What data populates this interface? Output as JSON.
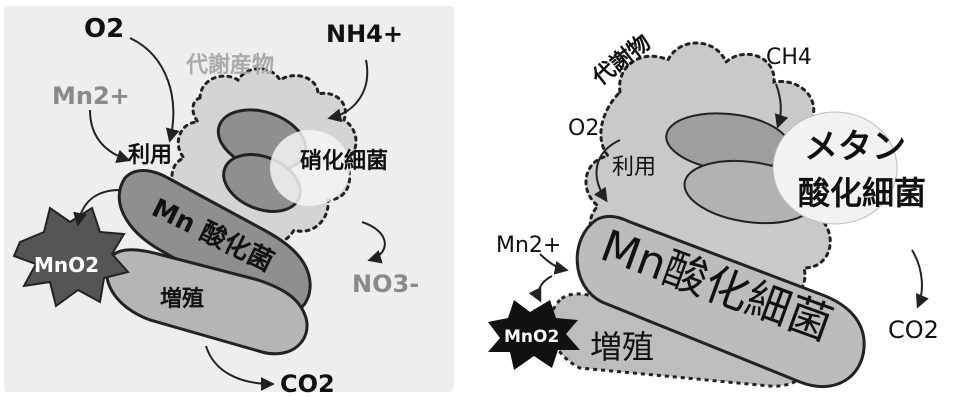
{
  "left": {
    "o2": "O2",
    "mn2": "Mn2+",
    "metabolite": "代謝産物",
    "nh4": "NH4+",
    "use": "利用",
    "nitrifier": "硝化細菌",
    "mn_oxidizer": "Mn 酸化菌",
    "mno2": "MnO2",
    "growth": "増殖",
    "no3": "NO3-",
    "co2": "CO2"
  },
  "right": {
    "metabolite": "代謝物",
    "ch4": "CH4",
    "o2": "O2",
    "use": "利用",
    "methane_line1": "メタン",
    "methane_line2": "酸化細菌",
    "mn2": "Mn2+",
    "mn_oxidizer": "Mn酸化細菌",
    "mno2": "MnO2",
    "growth": "増殖",
    "co2": "CO2"
  },
  "colors": {
    "left_bg": "#eeeeee",
    "cloud": "#d4d4d4",
    "cell_dark": "#8f8f8f",
    "cell_mid": "#b5b5b5",
    "cell_light": "#cfcfcf",
    "highlight": "#f4f4f4",
    "burst": "#555555",
    "outline": "#222222",
    "grey_text": "#8a8a8a"
  }
}
